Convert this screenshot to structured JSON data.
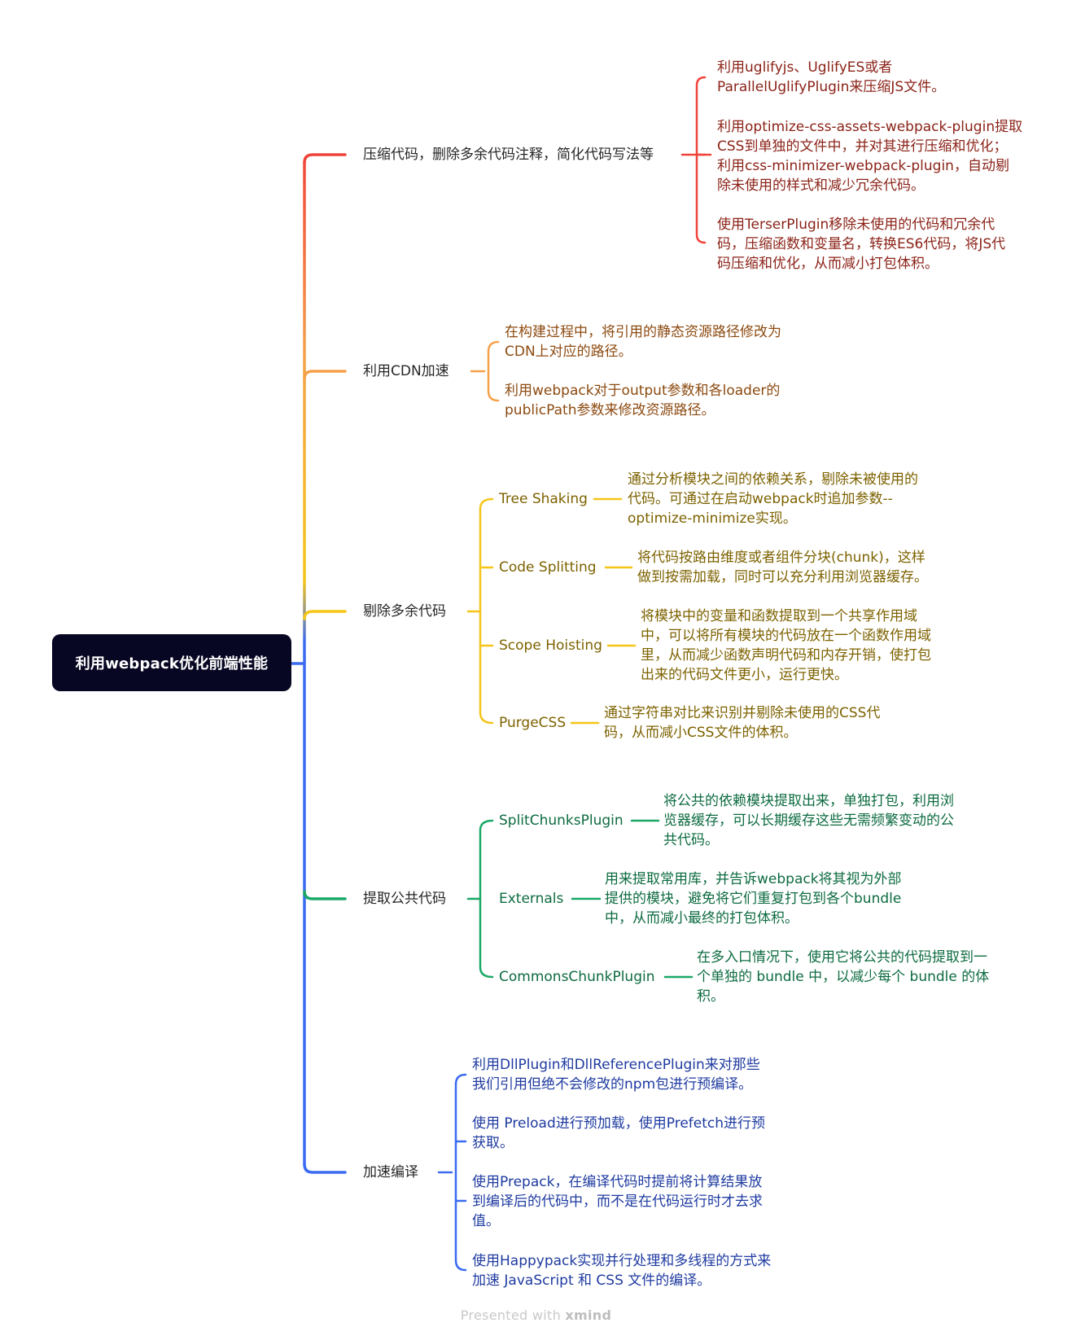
{
  "root": {
    "label": "利用webpack优化前端性能"
  },
  "colors": {
    "compress": "#f0433a",
    "cdn": "#f5a14a",
    "remove": "#f5c518",
    "extract": "#1aa867",
    "speed": "#3a6bf0",
    "compress_text": "#8b2318",
    "cdn_text": "#8c4a10",
    "remove_text": "#7d6200",
    "extract_text": "#0d6b40",
    "speed_text": "#1e3aa0"
  },
  "branches": [
    {
      "label": "压缩代码，删除多余代码注释，简化代码写法等",
      "leaves": [
        [
          "利用uglifyjs、UglifyES或者",
          "ParallelUglifyPlugin来压缩JS文件。"
        ],
        [
          "利用optimize-css-assets-webpack-plugin提取",
          "CSS到单独的文件中，并对其进行压缩和优化；",
          "利用css-minimizer-webpack-plugin，自动剔",
          "除未使用的样式和减少冗余代码。"
        ],
        [
          "使用TerserPlugin移除未使用的代码和冗余代",
          "码，压缩函数和变量名，转换ES6代码，将JS代",
          "码压缩和优化，从而减小打包体积。"
        ]
      ]
    },
    {
      "label": "利用CDN加速",
      "leaves": [
        [
          "在构建过程中，将引用的静态资源路径修改为",
          "CDN上对应的路径。"
        ],
        [
          "利用webpack对于output参数和各loader的",
          "publicPath参数来修改资源路径。"
        ]
      ]
    },
    {
      "label": "剔除多余代码",
      "subs": [
        {
          "label": "Tree Shaking",
          "desc": [
            "通过分析模块之间的依赖关系，剔除未被使用的",
            "代码。可通过在启动webpack时追加参数--",
            "optimize-minimize实现。"
          ]
        },
        {
          "label": "Code Splitting",
          "desc": [
            "将代码按路由维度或者组件分块(chunk)，这样",
            "做到按需加载，同时可以充分利用浏览器缓存。"
          ]
        },
        {
          "label": "Scope Hoisting",
          "desc": [
            "将模块中的变量和函数提取到一个共享作用域",
            "中，可以将所有模块的代码放在一个函数作用域",
            "里，从而减少函数声明代码和内存开销，使打包",
            "出来的代码文件更小，运行更快。"
          ]
        },
        {
          "label": "PurgeCSS",
          "desc": [
            "通过字符串对比来识别并剔除未使用的CSS代",
            "码，从而减小CSS文件的体积。"
          ]
        }
      ]
    },
    {
      "label": "提取公共代码",
      "subs": [
        {
          "label": "SplitChunksPlugin",
          "desc": [
            "将公共的依赖模块提取出来，单独打包，利用浏",
            "览器缓存，可以长期缓存这些无需频繁变动的公",
            "共代码。"
          ]
        },
        {
          "label": "Externals",
          "desc": [
            "用来提取常用库，并告诉webpack将其视为外部",
            "提供的模块，避免将它们重复打包到各个bundle",
            "中，从而减小最终的打包体积。"
          ]
        },
        {
          "label": "CommonsChunkPlugin",
          "desc": [
            "在多入口情况下，使用它将公共的代码提取到一",
            "个单独的 bundle 中，以减少每个 bundle 的体",
            "积。"
          ]
        }
      ]
    },
    {
      "label": "加速编译",
      "leaves": [
        [
          "利用DllPlugin和DllReferencePlugin来对那些",
          "我们引用但绝不会修改的npm包进行预编译。"
        ],
        [
          "使用 Preload进行预加载，使用Prefetch进行预",
          "获取。"
        ],
        [
          "使用Prepack，在编译代码时提前将计算结果放",
          "到编译后的代码中，而不是在代码运行时才去求",
          "值。"
        ],
        [
          "使用Happypack实现并行处理和多线程的方式来",
          "加速 JavaScript 和 CSS 文件的编译。"
        ]
      ]
    }
  ],
  "footer": {
    "prefix": "Presented with",
    "brand": "xmind"
  }
}
